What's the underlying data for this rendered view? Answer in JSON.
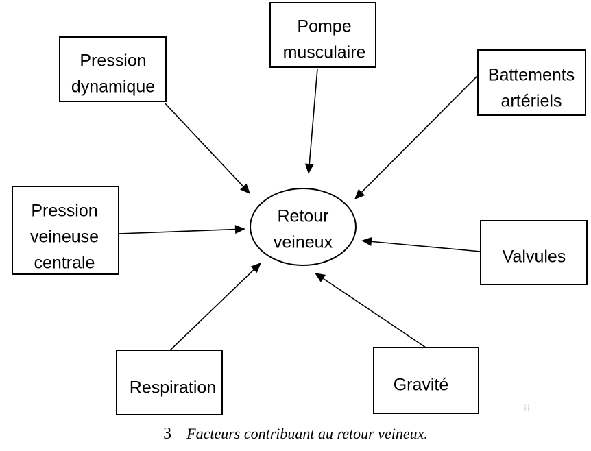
{
  "diagram": {
    "center": {
      "id": "retour",
      "lines": [
        "Retour",
        "veineux"
      ]
    },
    "nodes": [
      {
        "id": "pression-dynamique",
        "lines": [
          "Pression",
          "dynamique"
        ]
      },
      {
        "id": "pompe-musculaire",
        "lines": [
          "Pompe",
          "musculaire"
        ]
      },
      {
        "id": "battements-arteriels",
        "lines": [
          "Battements",
          "artériels"
        ]
      },
      {
        "id": "pression-veineuse-centrale",
        "lines": [
          "Pression",
          "veineuse",
          "centrale"
        ]
      },
      {
        "id": "valvules",
        "lines": [
          "Valvules"
        ]
      },
      {
        "id": "respiration",
        "lines": [
          "Respiration"
        ]
      },
      {
        "id": "gravite",
        "lines": [
          "Gravité"
        ]
      }
    ],
    "edges": [
      {
        "from": "pression-dynamique",
        "to": "retour"
      },
      {
        "from": "pompe-musculaire",
        "to": "retour"
      },
      {
        "from": "battements-arteriels",
        "to": "retour"
      },
      {
        "from": "pression-veineuse-centrale",
        "to": "retour"
      },
      {
        "from": "valvules",
        "to": "retour"
      },
      {
        "from": "respiration",
        "to": "retour"
      },
      {
        "from": "gravite",
        "to": "retour"
      }
    ]
  },
  "caption": {
    "number": "3",
    "text": "Facteurs contribuant au retour veineux."
  }
}
